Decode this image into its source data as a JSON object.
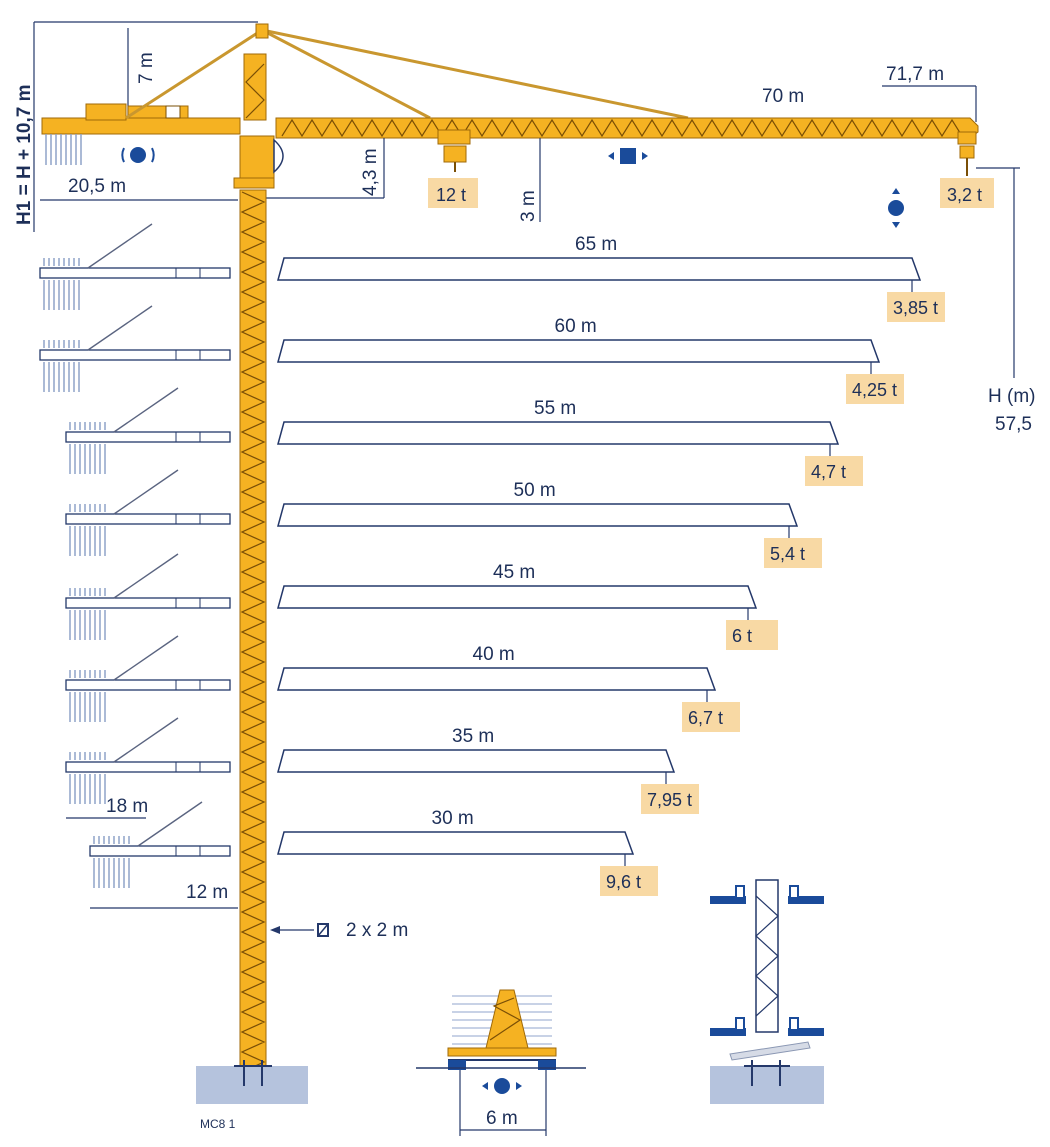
{
  "labels": {
    "h1": "H1 = H + 10,7 m",
    "mast_top": "7 m",
    "counter_jib": "20,5 m",
    "jib_length": "70 m",
    "jib_total": "71,7 m",
    "jib_height": "4,3 m",
    "hook_drop": "3 m",
    "max_load": "12 t",
    "tip_load": "3,2 t",
    "h_label": "H (m)",
    "h_value": "57,5",
    "counter_18": "18 m",
    "counter_12": "12 m",
    "mast_section": "2 x 2 m",
    "base_width": "6 m",
    "model": "MC8 1"
  },
  "jibs": [
    {
      "length": "65 m",
      "load": "3,85 t"
    },
    {
      "length": "60 m",
      "load": "4,25 t"
    },
    {
      "length": "55 m",
      "load": "4,7 t"
    },
    {
      "length": "50 m",
      "load": "5,4 t"
    },
    {
      "length": "45 m",
      "load": "6 t"
    },
    {
      "length": "40 m",
      "load": "6,7 t"
    },
    {
      "length": "35 m",
      "load": "7,95 t"
    },
    {
      "length": "30 m",
      "load": "9,6 t"
    }
  ],
  "colors": {
    "crane_yellow": "#f5b222",
    "label_fill": "#f8d9a4",
    "blue": "#1a4b9a",
    "outline": "#24386a"
  },
  "icons": [
    "slewing-icon",
    "trolley-icon",
    "hoist-icon",
    "travel-icon",
    "mast-section-icon"
  ]
}
